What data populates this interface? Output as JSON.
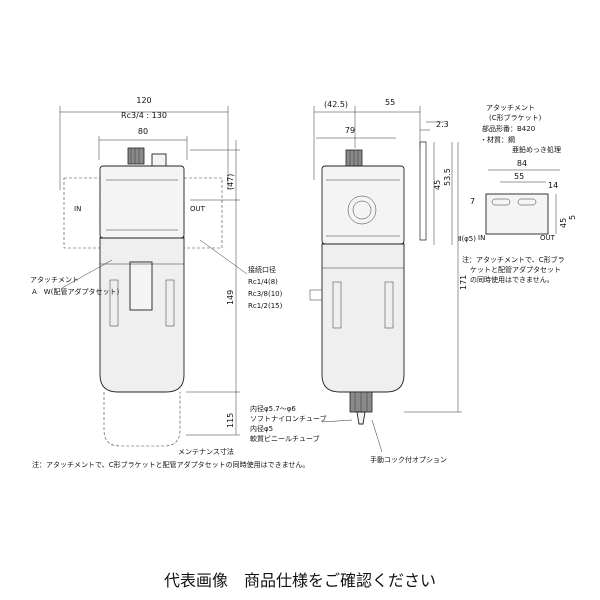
{
  "left_view": {
    "dim_120": "120",
    "dim_rc34": "Rc3/4 : 130",
    "dim_80": "80",
    "dim_47": "(47)",
    "dim_149": "149",
    "dim_115": "115",
    "port_in": "IN",
    "port_out": "OUT",
    "attachment_title": "アタッチメント",
    "attachment_detail": "A　W(配管アダプタセット)",
    "conn_title": "接続口径",
    "conn_1": "Rc1/4(8)",
    "conn_2": "Rc3/8(10)",
    "conn_3": "Rc1/2(15)",
    "maintenance": "メンテナンス寸法",
    "note": "注：アタッチメントで、C形ブラケットと配管アダプタセットの同時使用はできません。"
  },
  "right_view": {
    "dim_425": "(42.5)",
    "dim_55": "55",
    "dim_79": "79",
    "dim_23": "2.3",
    "dim_535": "53.5",
    "dim_45": "45",
    "dim_171": "171",
    "tube_1": "内径φ5.7～φ6",
    "tube_2": "ソフトナイロンチューブ",
    "tube_3": "内径φ5",
    "tube_4": "軟質ビニールチューブ",
    "cock_option": "手動コック付オプション"
  },
  "bracket_detail": {
    "title_1": "アタッチメント",
    "title_2": "(C形ブラケット)",
    "part_no": "部品形番：B420",
    "material": "・材質：鋼",
    "plating": "亜鉛めっき処理",
    "dim_84": "84",
    "dim_55": "55",
    "dim_14": "14",
    "dim_7": "7",
    "dim_45": "45",
    "dim_5": "5",
    "dim_hole": "Ⅱ(φ5)",
    "port_in": "IN",
    "port_out": "OUT",
    "note_1": "注：アタッチメントで、C形ブラ",
    "note_2": "ケットと配管アダプタセット",
    "note_3": "の同時使用はできません。"
  },
  "footer_caption": "代表画像　商品仕様をご確認ください"
}
